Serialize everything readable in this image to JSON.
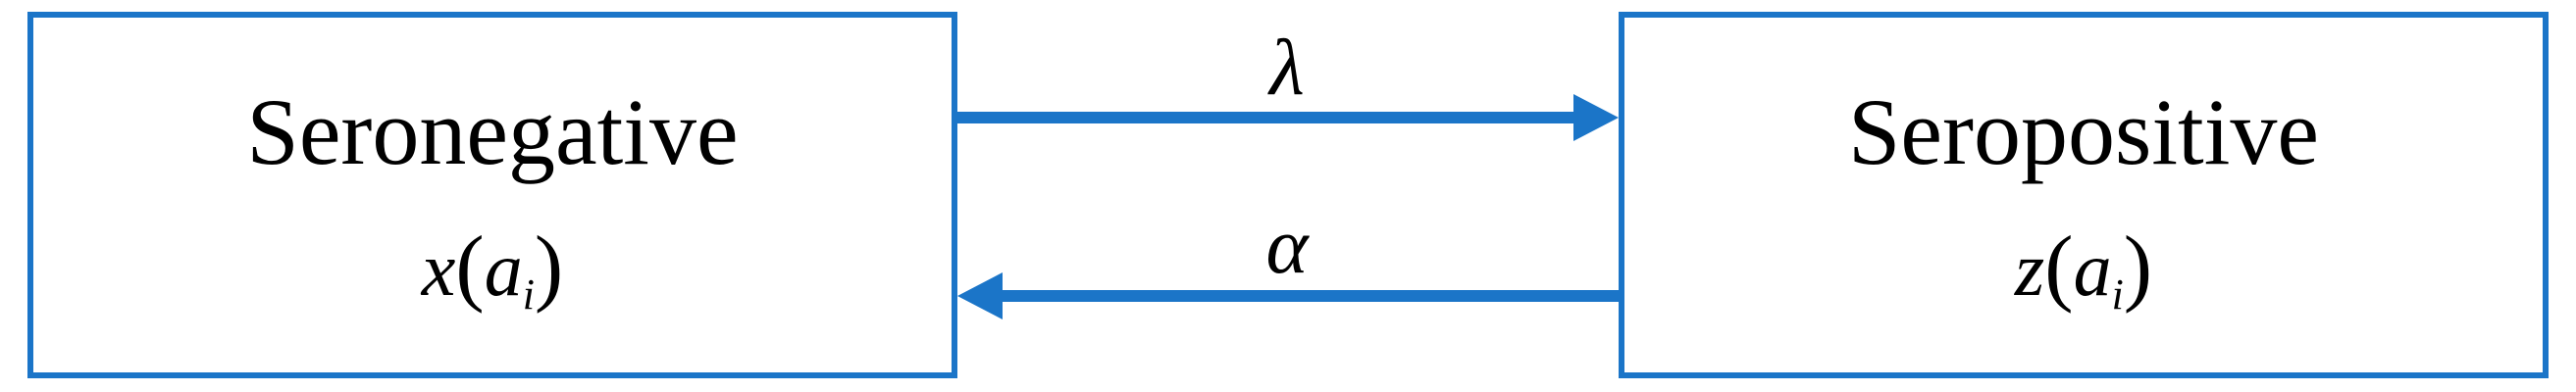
{
  "colors": {
    "accent": "#1b75c8",
    "text": "#000000",
    "background": "#ffffff"
  },
  "states": {
    "seronegative": {
      "title": "Seronegative",
      "var_func": "x",
      "var_arg": "a",
      "var_sub": "i"
    },
    "seropositive": {
      "title": "Seropositive",
      "var_func": "z",
      "var_arg": "a",
      "var_sub": "i"
    }
  },
  "transitions": {
    "forward": {
      "label": "λ",
      "from": "Seronegative",
      "to": "Seropositive"
    },
    "backward": {
      "label": "α",
      "from": "Seropositive",
      "to": "Seronegative"
    }
  }
}
